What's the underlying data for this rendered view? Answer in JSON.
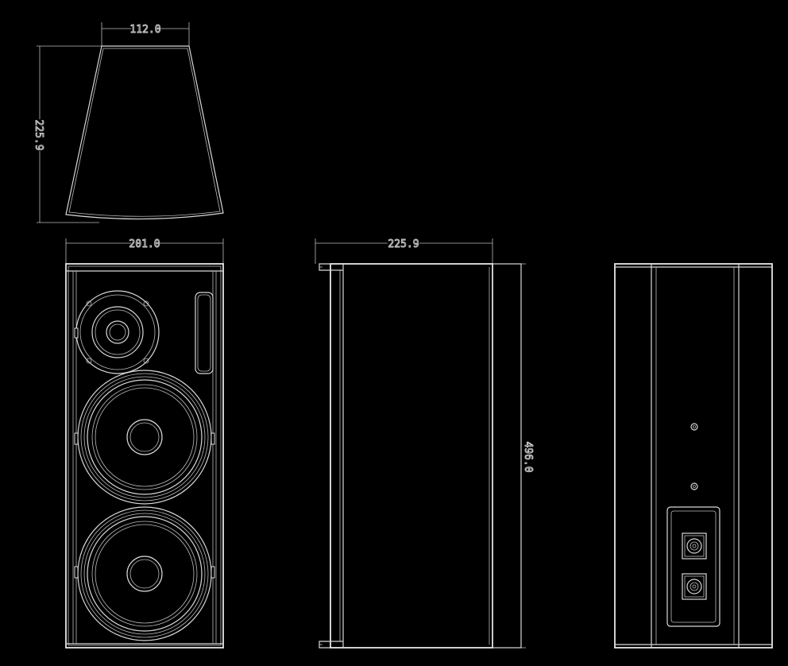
{
  "dimensions": {
    "top_width": "112.0",
    "top_depth": "225.9",
    "front_width": "201.0",
    "side_depth": "225.9",
    "side_height": "496.0"
  },
  "colors": {
    "background": "#000000",
    "line": "#d8d8d8"
  }
}
